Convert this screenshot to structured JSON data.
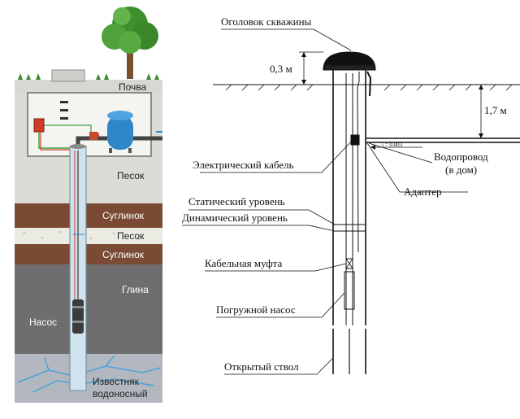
{
  "left_panel": {
    "layers": [
      {
        "id": "soil",
        "label": "Почва",
        "color": "#d8d8d2"
      },
      {
        "id": "sand1",
        "label": "Песок",
        "color": "#dcdcd6"
      },
      {
        "id": "loam1",
        "label": "Суглинок",
        "color": "#7a4a34"
      },
      {
        "id": "sand2",
        "label": "Песок",
        "color": "#e8e8e2"
      },
      {
        "id": "loam2",
        "label": "Суглинок",
        "color": "#7a4a34"
      },
      {
        "id": "clay",
        "label": "Глина",
        "color": "#707070"
      },
      {
        "id": "limestone",
        "label": "Известняк водоносный",
        "color": "#aeb3bc"
      }
    ],
    "pump_label": "Насос",
    "limestone_line1": "Известняк",
    "limestone_line2": "водоносный"
  },
  "right_panel": {
    "labels": {
      "wellhead": "Оголовок скважины",
      "height_top": "0,3 м",
      "depth": "1,7 м",
      "cable": "Электрический кабель",
      "pipe_line1": "Водопровод",
      "pipe_line2": "(в дом)",
      "slope": "i = 0.003",
      "adapter": "Адаптер",
      "static_level": "Статический уровень",
      "dynamic_level": "Динамический уровень",
      "coupling": "Кабельная муфта",
      "pump": "Погружной насос",
      "open_bore": "Открытый ствол"
    }
  }
}
